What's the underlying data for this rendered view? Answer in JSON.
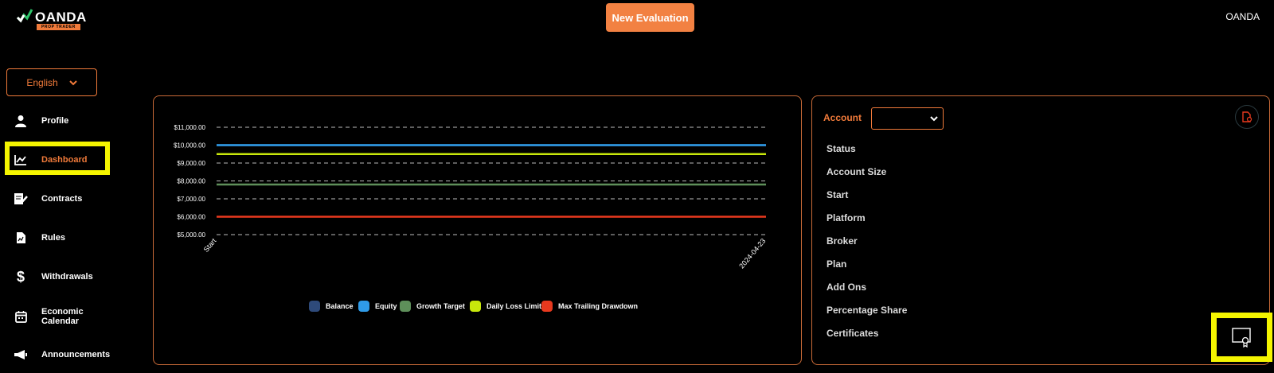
{
  "header": {
    "logo_text": "OANDA",
    "logo_sub": "PROP TRADER",
    "new_evaluation_label": "New Evaluation",
    "brand_right": "OANDA"
  },
  "sidebar": {
    "language": "English",
    "items": [
      {
        "label": "Profile",
        "icon": "person-icon"
      },
      {
        "label": "Dashboard",
        "icon": "chart-line-icon",
        "active": true
      },
      {
        "label": "Contracts",
        "icon": "contract-icon"
      },
      {
        "label": "Rules",
        "icon": "document-icon"
      },
      {
        "label": "Withdrawals",
        "icon": "dollar-icon"
      },
      {
        "label": "Economic Calendar",
        "icon": "calendar-icon"
      },
      {
        "label": "Announcements",
        "icon": "megaphone-icon"
      }
    ]
  },
  "chart_data": {
    "type": "line",
    "x": [
      "Start",
      "2024-04-23"
    ],
    "ylim": [
      5000,
      11000
    ],
    "yticks": [
      "$5,000.00",
      "$6,000.00",
      "$7,000.00",
      "$8,000.00",
      "$9,000.00",
      "$10,000.00",
      "$11,000.00"
    ],
    "grid": true,
    "legend": "bottom",
    "series": [
      {
        "name": "Balance",
        "color": "#2e4a7a",
        "values": [
          10000,
          10000
        ]
      },
      {
        "name": "Equity",
        "color": "#2f9be8",
        "values": [
          10000,
          10000
        ]
      },
      {
        "name": "Growth Target",
        "color": "#5e8f5a",
        "values": [
          7800,
          7800
        ]
      },
      {
        "name": "Daily Loss Limit",
        "color": "#c8e80c",
        "values": [
          9500,
          9500
        ]
      },
      {
        "name": "Max Trailing Drawdown",
        "color": "#e8391e",
        "values": [
          6000,
          6000
        ]
      }
    ]
  },
  "account": {
    "label": "Account",
    "fields": [
      "Status",
      "Account Size",
      "Start",
      "Platform",
      "Broker",
      "Plan",
      "Add Ons",
      "Percentage Share",
      "Certificates"
    ]
  },
  "colors": {
    "accent": "#f07a3a",
    "highlight": "#f5f500",
    "panel_border": "#c86a37"
  }
}
